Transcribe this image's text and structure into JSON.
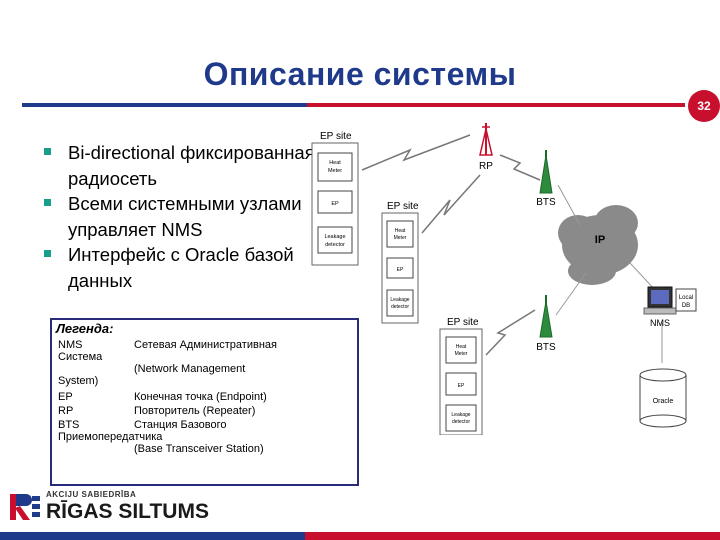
{
  "slide": {
    "title": "Описание системы",
    "page_number": "32"
  },
  "bullets": [
    "Bi-directional фиксированная радиосеть",
    "Всеми системными узлами управляет NMS",
    "Интерфейс с Oracle базой данных"
  ],
  "legend": {
    "title": "Легенда:",
    "nms_abbr": "NMS",
    "nms_def": "Сетевая Административная",
    "nms_def_2": "Система",
    "nms_def_3": "(Network Management",
    "nms_def_4": "System)",
    "ep_abbr": "EP",
    "ep_def": "Конечная точка (Endpoint)",
    "rp_abbr": "RP",
    "rp_def": "Повторитель (Repeater)",
    "bts_abbr": "BTS",
    "bts_def": "Станция Базового",
    "bts_def_2": "Приемопередатчика",
    "bts_def_3": "(Base Transceiver Station)"
  },
  "diagram": {
    "ep_site_1": "EP site",
    "ep_site_2": "EP site",
    "ep_site_3": "EP site",
    "box_heat_meter_1": "Heat",
    "box_heat_meter_2": "Meter",
    "box_ep": "EP",
    "box_leak_1": "Leakage",
    "box_leak_2": "detector",
    "rp_label": "RP",
    "bts_label": "BTS",
    "ip_label": "IP",
    "nms_label": "NMS",
    "local_db_1": "Local",
    "local_db_2": "DB",
    "oracle_label": "Oracle"
  },
  "footer": {
    "logo_small": "AKCIJU SABIEDRĪBA",
    "logo_main": "RĪGAS SILTUMS"
  },
  "colors": {
    "title_blue": "#1f3a8a",
    "accent_red": "#c8102e",
    "bullet_teal": "#1a9e8c"
  }
}
